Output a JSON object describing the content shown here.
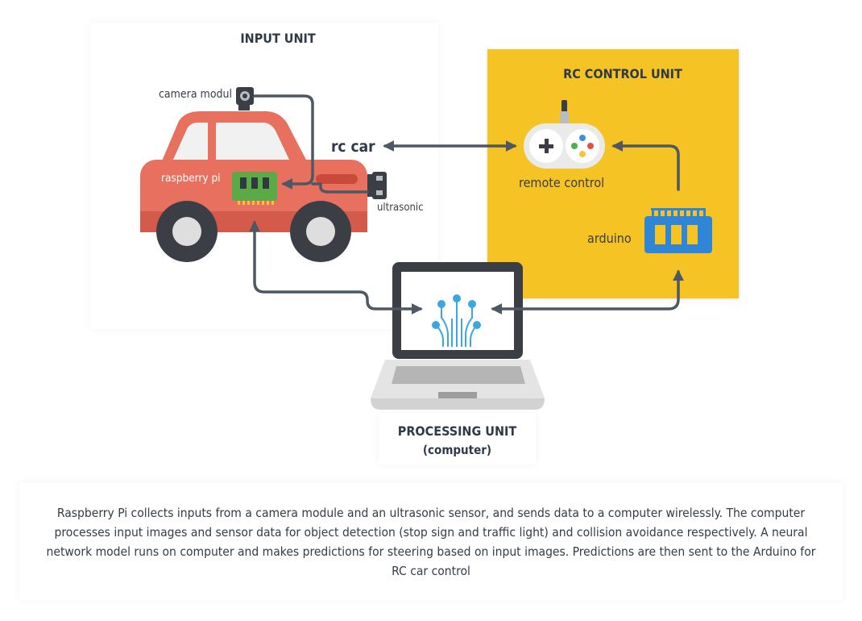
{
  "units": {
    "input_title": "INPUT UNIT",
    "rc_title": "RC CONTROL UNIT",
    "processing_title": "PROCESSING UNIT",
    "processing_subtitle": "(computer)"
  },
  "components": {
    "camera": "camera modul",
    "raspberry_pi": "raspberry pi",
    "ultrasonic": "ultrasonic",
    "rc_car": "rc car",
    "remote_control": "remote control",
    "arduino": "arduino"
  },
  "description": "Raspberry Pi collects inputs from a camera module and an ultrasonic sensor, and sends data to a computer wirelessly. The computer processes input images and sensor data for object detection (stop sign and traffic light) and collision avoidance respectively. A neural network model runs on computer and makes predictions for steering based on input images. Predictions are then sent to the Arduino for RC car control",
  "colors": {
    "rc_panel": "#f6c325",
    "car_body": "#e8705f",
    "arrow": "#4d5863",
    "board_green": "#5caa47",
    "arduino_blue": "#2f86d6",
    "neural_blue": "#3aa7e3"
  }
}
